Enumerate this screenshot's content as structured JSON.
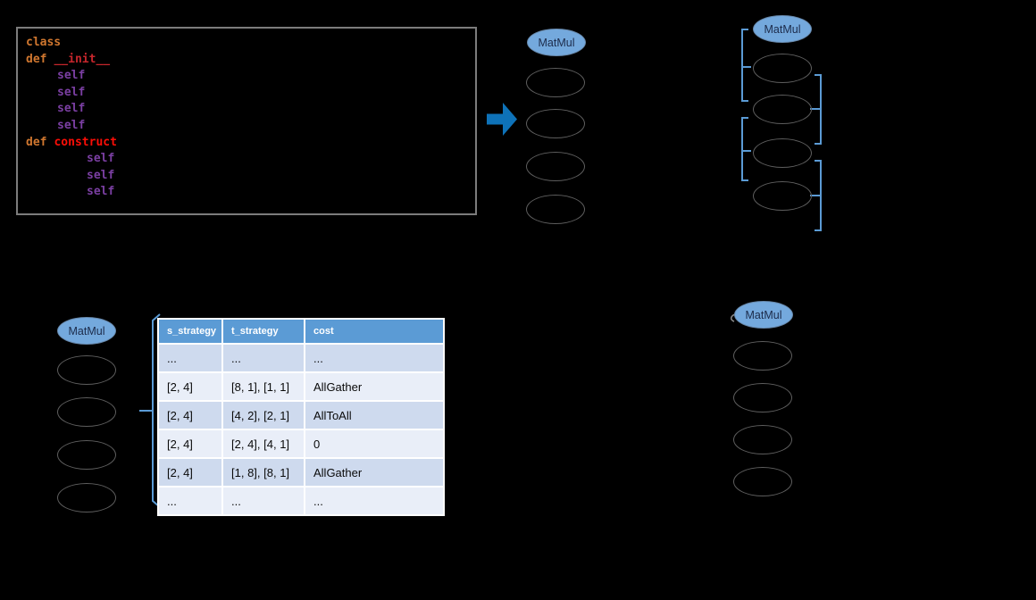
{
  "colors": {
    "background": "#000000",
    "code_border": "#7c7c7c",
    "keyword_orange": "#d0772f",
    "init_red": "#c6262c",
    "construct_red": "#fb0e07",
    "self_purple": "#7b3fa3",
    "node_fill_blue": "#74a9dd",
    "empty_node_stroke": "#5e5e5e",
    "bracket_blue": "#5b9bd5",
    "arrow_blue": "#0e72b8",
    "table_header_blue": "#5b9bd5",
    "table_row_dark": "#cedaee",
    "table_row_light": "#e9eef8"
  },
  "code_panel": {
    "lines": [
      {
        "kw": "class",
        "name": ""
      },
      {
        "kw": "def",
        "name": "__init__"
      },
      {
        "kw": "self",
        "name": ""
      },
      {
        "kw": "self",
        "name": ""
      },
      {
        "kw": "self",
        "name": ""
      },
      {
        "kw": "self",
        "name": ""
      },
      {
        "kw": "def",
        "name": "construct"
      },
      {
        "kw": "self",
        "name": ""
      },
      {
        "kw": "self",
        "name": ""
      },
      {
        "kw": "self",
        "name": ""
      }
    ]
  },
  "graphs": {
    "top_middle": {
      "root_label": "MatMul",
      "empty_node_count": 4
    },
    "top_right": {
      "root_label": "MatMul",
      "empty_node_count": 4
    },
    "bottom_left": {
      "root_label": "MatMul",
      "empty_node_count": 4
    },
    "bottom_right": {
      "root_label": "MatMul",
      "empty_node_count": 4
    }
  },
  "strategy_table": {
    "headers": [
      "s_strategy",
      "t_strategy",
      "cost"
    ],
    "rows": [
      [
        "...",
        "...",
        "..."
      ],
      [
        "[2, 4]",
        "[8, 1], [1, 1]",
        "AllGather"
      ],
      [
        "[2, 4]",
        "[4, 2], [2, 1]",
        "AllToAll"
      ],
      [
        "[2, 4]",
        "[2, 4], [4, 1]",
        "0"
      ],
      [
        "[2, 4]",
        "[1, 8], [8, 1]",
        "AllGather"
      ],
      [
        "...",
        "...",
        "..."
      ]
    ]
  }
}
